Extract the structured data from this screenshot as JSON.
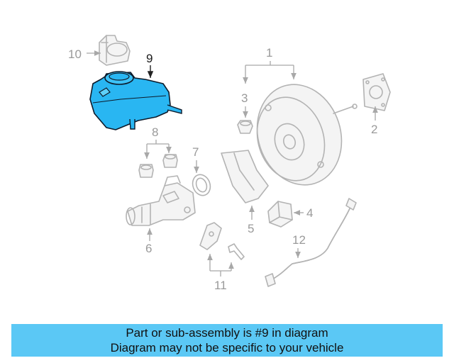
{
  "callouts": {
    "c1": "1",
    "c2": "2",
    "c3": "3",
    "c4": "4",
    "c5": "5",
    "c6": "6",
    "c7": "7",
    "c8": "8",
    "c9": "9",
    "c10": "10",
    "c11": "11",
    "c12": "12"
  },
  "highlight_color": "#29b6f2",
  "banner": {
    "line1": "Part or sub-assembly is #9 in diagram",
    "line2": "Diagram may not be specific to your vehicle",
    "color": "#5bc8f5"
  }
}
